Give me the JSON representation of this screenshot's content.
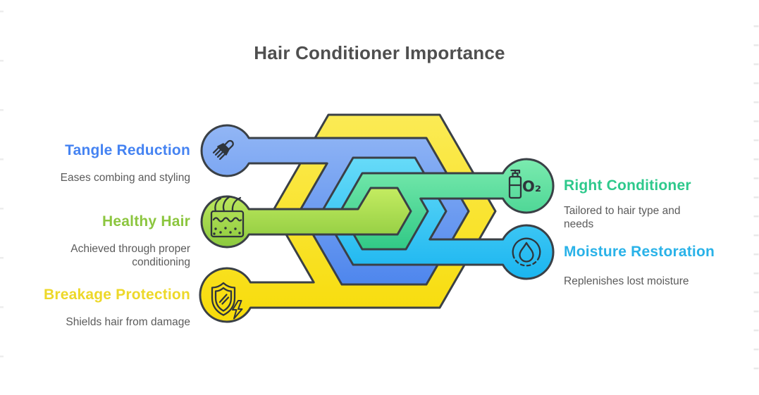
{
  "title": "Hair Conditioner Importance",
  "items": [
    {
      "id": "tangle",
      "side": "left",
      "label": "Tangle Reduction",
      "description": "Eases combing and styling",
      "color": "#4583F2",
      "icon": "brush-icon"
    },
    {
      "id": "healthy",
      "side": "left",
      "label": "Healthy Hair",
      "description": "Achieved through proper conditioning",
      "color": "#8CC63F",
      "icon": "hair-follicle-icon"
    },
    {
      "id": "breakage",
      "side": "left",
      "label": "Breakage Protection",
      "description": "Shields hair from damage",
      "color": "#EDD829",
      "icon": "shield-lightning-icon"
    },
    {
      "id": "rightcond",
      "side": "right",
      "label": "Right Conditioner",
      "description": "Tailored to hair type and needs",
      "color": "#2EC98C",
      "icon": "conditioner-bottle-icon",
      "icon_text": "O₂"
    },
    {
      "id": "moisture",
      "side": "right",
      "label": "Moisture Restoration",
      "description": "Replenishes lost moisture",
      "color": "#29B2E8",
      "icon": "water-drop-icon"
    }
  ],
  "palette": {
    "outline": "#3A4046",
    "icon_stroke": "#2F353B",
    "title_color": "#4F4F4F",
    "subtitle_color": "#5B5B5B",
    "rings": {
      "yellow": [
        "#FBEB55",
        "#F7DC0A"
      ],
      "blue": [
        "#92B6F5",
        "#4E86ED"
      ],
      "cyan": [
        "#67DBF8",
        "#1AB5F0"
      ],
      "green": [
        "#7BEBAF",
        "#31C986"
      ],
      "lime": [
        "#C4EC61",
        "#8BC93E"
      ]
    }
  }
}
